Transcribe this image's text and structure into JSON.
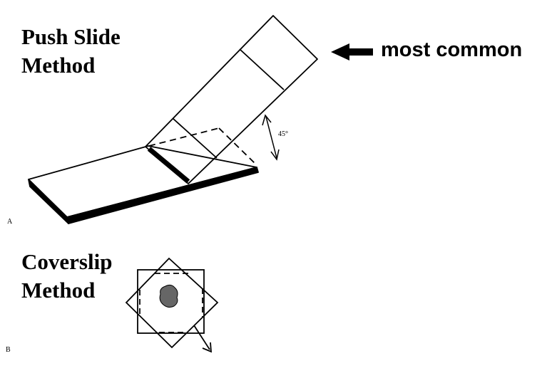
{
  "push_slide": {
    "title_line1": "Push Slide",
    "title_line2": "Method",
    "annotation": "most common",
    "angle_label": "45°",
    "panel_letter": "A"
  },
  "coverslip": {
    "title_line1": "Coverslip",
    "title_line2": "Method",
    "panel_letter": "B"
  },
  "colors": {
    "ink": "#000000",
    "specimen": "#666666"
  }
}
